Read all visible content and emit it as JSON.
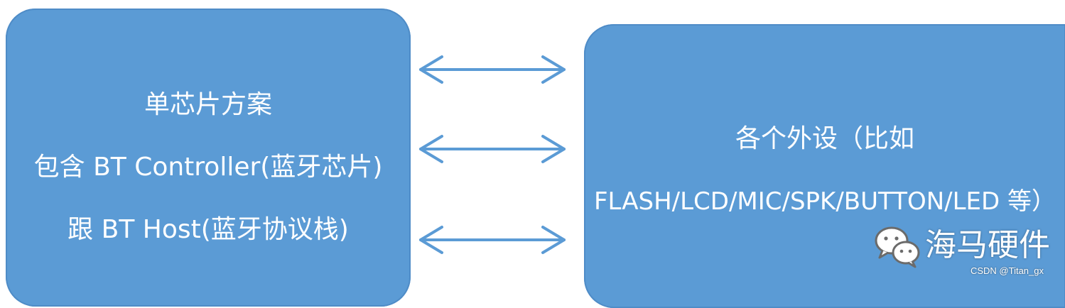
{
  "colors": {
    "box_fill": "#5b9bd5",
    "arrow": "#5b9bd5",
    "text": "#ffffff"
  },
  "left_box": {
    "line_1": "单芯片方案",
    "line_2": "包含 BT Controller(蓝牙芯片)",
    "line_3": "跟 BT Host(蓝牙协议栈)"
  },
  "right_box": {
    "line_1": "各个外设（比如",
    "line_2": "FLASH/LCD/MIC/SPK/BUTTON/LED 等）"
  },
  "arrows": {
    "count": 3,
    "style": "double-headed",
    "icon": "double-arrow-icon"
  },
  "watermark": {
    "icon": "wechat-icon",
    "text": "海马硬件"
  },
  "credit": "CSDN @Titan_gx"
}
